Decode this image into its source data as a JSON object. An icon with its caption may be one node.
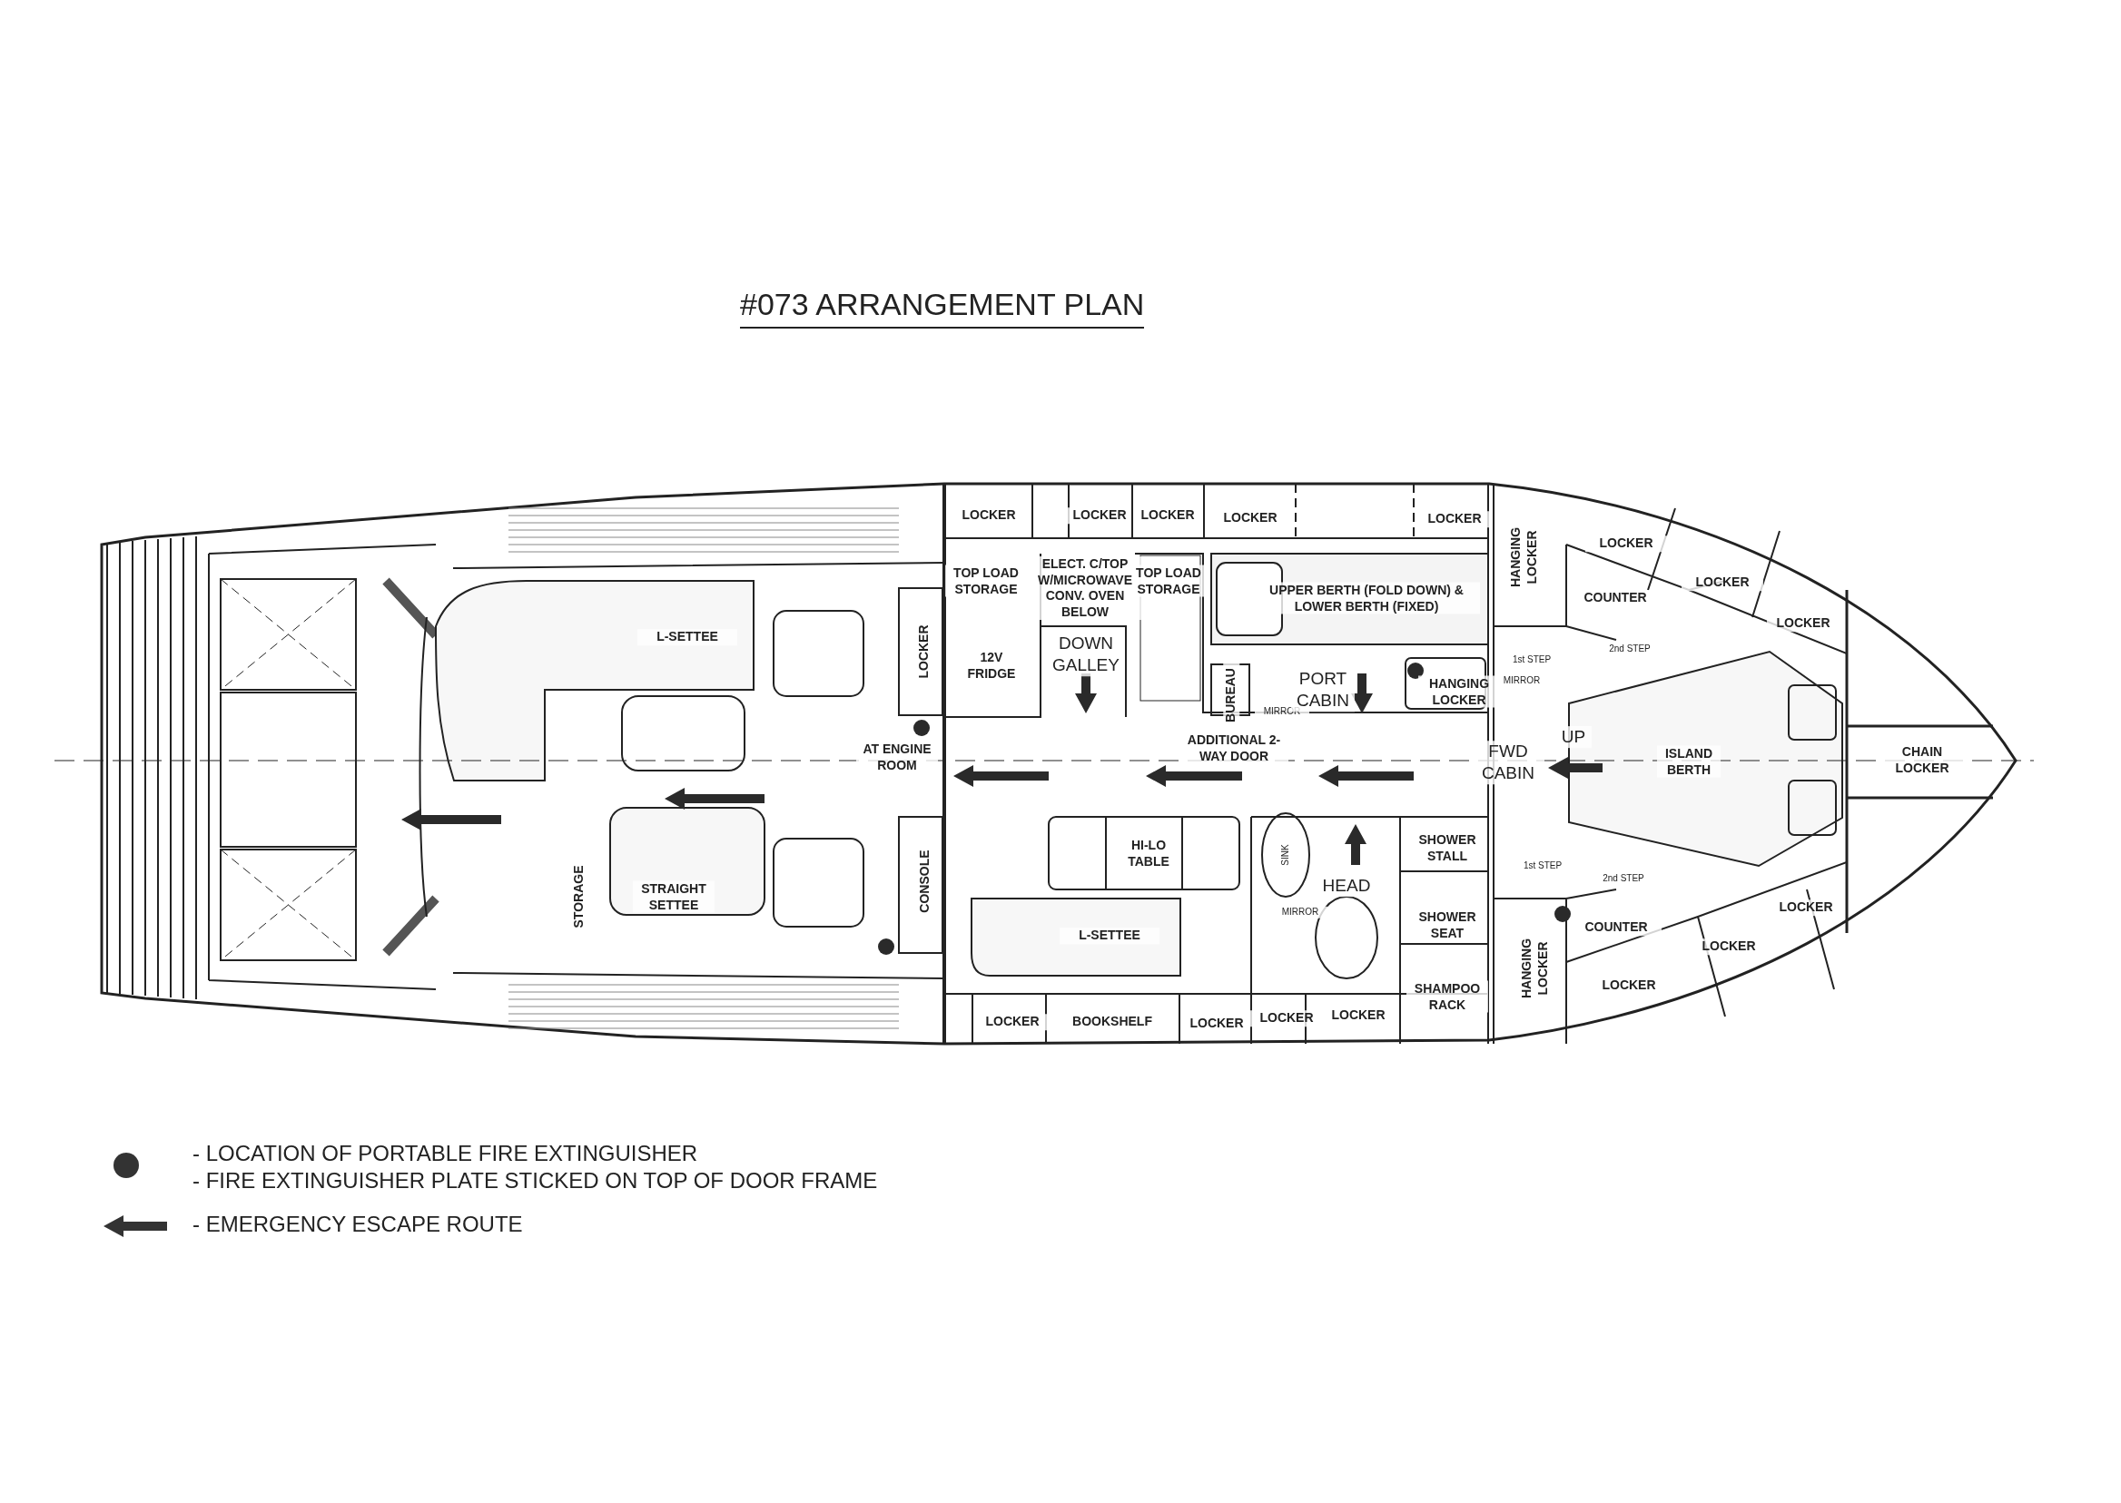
{
  "diagram": {
    "title": "#073 ARRANGEMENT PLAN",
    "labels": [
      "LOCKER",
      "LOCKER",
      "LOCKER",
      "LOCKER",
      "LOCKER",
      "HANGING LOCKER",
      "LOCKER",
      "LOCKER",
      "LOCKER",
      "COUNTER",
      "TOP LOAD STORAGE",
      "ELECT. C/TOP W/MICROWAVE CONV. OVEN BELOW",
      "TOP LOAD STORAGE",
      "UPPER BERTH (FOLD DOWN) & LOWER BERTH (FIXED)",
      "L-SETTEE",
      "LOCKER",
      "12V FRIDGE",
      "DOWN GALLEY",
      "BUREAU",
      "MIRROR",
      "PORT CABIN",
      "HANGING LOCKER",
      "1st STEP",
      "2nd STEP",
      "MIRROR",
      "AT ENGINE ROOM",
      "ADDITIONAL 2-WAY DOOR",
      "FWD CABIN",
      "UP",
      "ISLAND BERTH",
      "CHAIN LOCKER",
      "HI-LO TABLE",
      "SINK",
      "SHOWER STALL",
      "HEAD",
      "MIRROR",
      "1st STEP",
      "2nd STEP",
      "STORAGE",
      "STRAIGHT SETTEE",
      "CONSOLE",
      "SHOWER SEAT",
      "COUNTER",
      "LOCKER",
      "LOCKER",
      "HANGING LOCKER",
      "L-SETTEE",
      "LOCKER",
      "LOCKER",
      "BOOKSHELF",
      "LOCKER",
      "LOCKER",
      "LOCKER",
      "SHAMPOO RACK"
    ],
    "legend": [
      {
        "text": "- LOCATION OF PORTABLE FIRE EXTINGUISHER"
      },
      {
        "text": "- FIRE EXTINGUISHER PLATE STICKED ON TOP OF DOOR FRAME"
      },
      {
        "text": "- EMERGENCY ESCAPE ROUTE"
      }
    ]
  }
}
